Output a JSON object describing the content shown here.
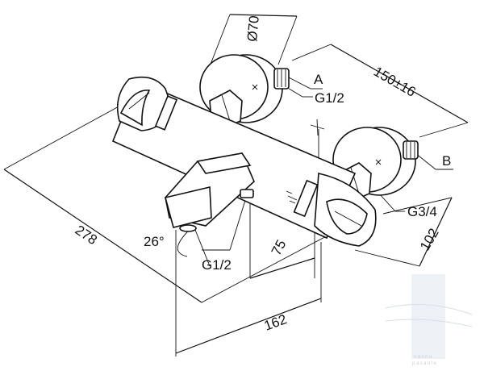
{
  "dimensions": {
    "diameter": "Ø70",
    "offset": "150±16",
    "port_a": "A",
    "thread_a": "G1/2",
    "port_b": "B",
    "thread_b": "G3/4",
    "length_total": "278",
    "depth": "102",
    "spout_angle": "26°",
    "spout_thread": "G1/2",
    "spout_drop": "75",
    "spout_reach": "162"
  },
  "watermark": {
    "line1": "vannu",
    "line2": "pasaule"
  },
  "colors": {
    "stroke": "#111111",
    "watermark": "#9aa8b8"
  }
}
